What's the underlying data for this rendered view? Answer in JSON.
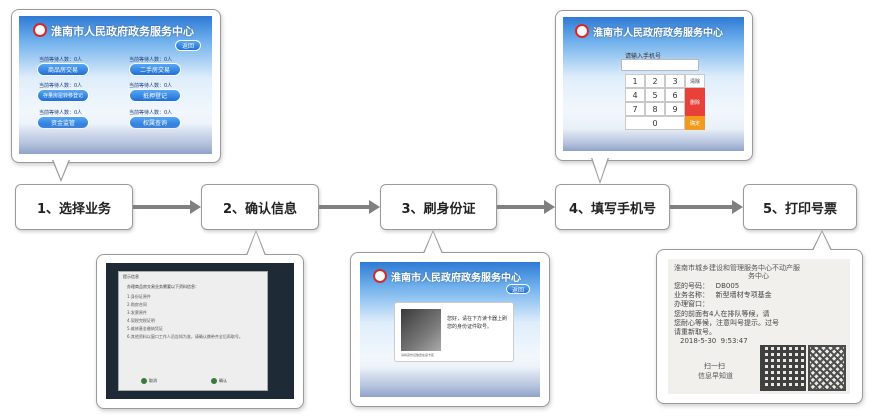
{
  "steps": [
    {
      "label": "1、选择业务"
    },
    {
      "label": "2、确认信息"
    },
    {
      "label": "3、刷身份证"
    },
    {
      "label": "4、填写手机号"
    },
    {
      "label": "5、打印号票"
    }
  ],
  "kiosk_title": "淮南市人民政府政务服务中心",
  "screen1": {
    "back_label": "返回",
    "services": [
      {
        "caption": "当前等待人数：0人",
        "button": "商品房交易"
      },
      {
        "caption": "当前等待人数：0人",
        "button": "二手房交易"
      },
      {
        "caption": "当前等待人数：0人",
        "button": "存量房屋转移登记"
      },
      {
        "caption": "当前等待人数：0人",
        "button": "抵押登记"
      },
      {
        "caption": "当前等待人数：0人",
        "button": "资金监管"
      },
      {
        "caption": "当前等待人数：0人",
        "button": "权属查询"
      }
    ]
  },
  "screen2": {
    "dialog_title": "提示信息",
    "heading": "办理商品房交易业务需要以下资料信息：",
    "items": [
      "1.身份证原件",
      "2.购房合同",
      "3.发票原件",
      "4.契税完税证明",
      "5.维修基金缴纳凭证",
      "6.其他资料以窗口工作人员告知为准，请确认携带齐全后再取号。"
    ],
    "cancel_label": "取消",
    "confirm_label": "确认"
  },
  "screen3": {
    "back_label": "返回",
    "prompt": "您好，请在下方读卡器上刷您的身份证件取号。",
    "photo_caption": "请将身份证放置在读卡区"
  },
  "screen4": {
    "prompt_label": "请输入手机号",
    "keys": [
      "1",
      "2",
      "3",
      "4",
      "5",
      "6",
      "7",
      "8",
      "9",
      "0"
    ],
    "clear_key": "清除",
    "delete_key": "删除",
    "confirm_key": "确定"
  },
  "ticket": {
    "lines": [
      "淮南市城乡建设和管理服务中心不动产服",
      "务中心",
      "您的号码：   DB005",
      "业务名称：   新型墙材专项基金",
      "办理窗口：",
      "您的前面有4人在排队等候，请",
      "您耐心等候，注意叫号提示。过号",
      "请重新取号。",
      "2018-5-30  9:53:47"
    ],
    "qr_caption1": "扫一扫",
    "qr_caption2": "信息早知道"
  },
  "colors": {
    "arrow": "#808080",
    "kiosk_blue": "#2f7ad4",
    "key_red": "#e8413a",
    "key_orange": "#f39a1c"
  }
}
